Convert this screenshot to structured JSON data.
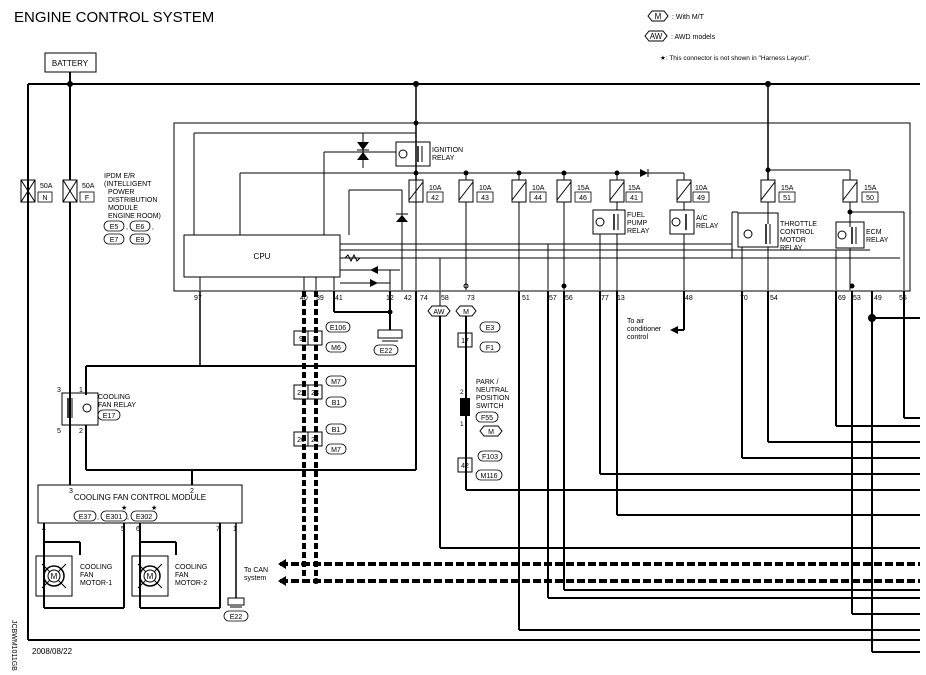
{
  "title": "ENGINE CONTROL SYSTEM",
  "legend": {
    "mt_tag": "M",
    "mt_text": ": With M/T",
    "awd_tag": "AW",
    "awd_text": ": AWD models",
    "star_note": "★: This connector is not shown in \"Harness Layout\"."
  },
  "battery": "BATTERY",
  "fuses": {
    "f50n_amp": "50A",
    "f50n_id": "N",
    "f50f_amp": "50A",
    "f50f_id": "F",
    "f42_amp": "10A",
    "f42_id": "42",
    "f43_amp": "10A",
    "f43_id": "43",
    "f44_amp": "10A",
    "f44_id": "44",
    "f46_amp": "15A",
    "f46_id": "46",
    "f41_amp": "15A",
    "f41_id": "41",
    "f49_amp": "10A",
    "f49_id": "49",
    "f51_amp": "15A",
    "f51_id": "51",
    "f50_amp": "15A",
    "f50_id": "50"
  },
  "ipdm": {
    "l1": "IPDM E/R",
    "l2": "(INTELLIGENT",
    "l3": "POWER",
    "l4": "DISTRIBUTION",
    "l5": "MODULE",
    "l6": "ENGINE ROOM)",
    "c1": "E5",
    "c2": "E6",
    "c3": "E7",
    "c4": "E9",
    "sep1": ",",
    "sep2": ","
  },
  "relays": {
    "ign_l1": "IGNITION",
    "ign_l2": "RELAY",
    "fp_l1": "FUEL",
    "fp_l2": "PUMP",
    "fp_l3": "RELAY",
    "ac_l1": "A/C",
    "ac_l2": "RELAY",
    "tc_l1": "THROTTLE",
    "tc_l2": "CONTROL",
    "tc_l3": "MOTOR",
    "tc_l4": "RELAY",
    "ecm_l1": "ECM",
    "ecm_l2": "RELAY"
  },
  "cpu": "CPU",
  "pins": {
    "p97": "97",
    "p40": "40",
    "p39": "39",
    "p41": "41",
    "p12": "12",
    "p42": "42",
    "p74": "74",
    "p58": "58",
    "p73": "73",
    "p51": "51",
    "p57": "57",
    "p56": "56",
    "p77": "77",
    "p13": "13",
    "p48": "48",
    "p70": "70",
    "p54": "54",
    "p69": "69",
    "p53": "53",
    "p49": "49",
    "p55": "55"
  },
  "tags": {
    "aw": "AW",
    "m": "M"
  },
  "connectors": {
    "e106": "E106",
    "m6": "M6",
    "e22a": "E22",
    "m7a": "M7",
    "b1a": "B1",
    "b1b": "B1",
    "m7b": "M7",
    "e3": "E3",
    "f1": "F1",
    "f55": "F55",
    "m_f55": "M",
    "f103": "F103",
    "m116": "M116",
    "e22b": "E22",
    "e17": "E17",
    "e37": "E37",
    "e301": "E301",
    "e302": "E302",
    "sep_a": ",",
    "sep_b": ","
  },
  "joints": {
    "j9": "9",
    "j8": "8",
    "j22": "22",
    "j23": "23",
    "j20": "20",
    "j21": "21",
    "j17": "17",
    "j42": "42"
  },
  "ac_note": {
    "l1": "To air",
    "l2": "conditioner",
    "l3": "control"
  },
  "pnp": {
    "l1": "PARK /",
    "l2": "NEUTRAL",
    "l3": "POSITION",
    "l4": "SWITCH",
    "pin_top": "2",
    "pin_bot": "1"
  },
  "fan_relay": {
    "l1": "COOLING",
    "l2": "FAN RELAY",
    "pin3": "3",
    "pin1": "1",
    "pin5": "5",
    "pin2": "2"
  },
  "module": {
    "title": "COOLING FAN CONTROL MODULE",
    "pin3": "3",
    "pin2": "2",
    "pin4": "4",
    "pin5": "5",
    "pin6": "6",
    "pin7": "7",
    "pin1": "1",
    "star1": "★",
    "star2": "★"
  },
  "motors": {
    "m1_l1": "COOLING",
    "m1_l2": "FAN",
    "m1_l3": "MOTOR-1",
    "m2_l1": "COOLING",
    "m2_l2": "FAN",
    "m2_l3": "MOTOR-2",
    "m_sym": "M"
  },
  "can": {
    "l1": "To CAN",
    "l2": "system"
  },
  "date": "2008/08/22",
  "code": "JCBWM1011GB"
}
